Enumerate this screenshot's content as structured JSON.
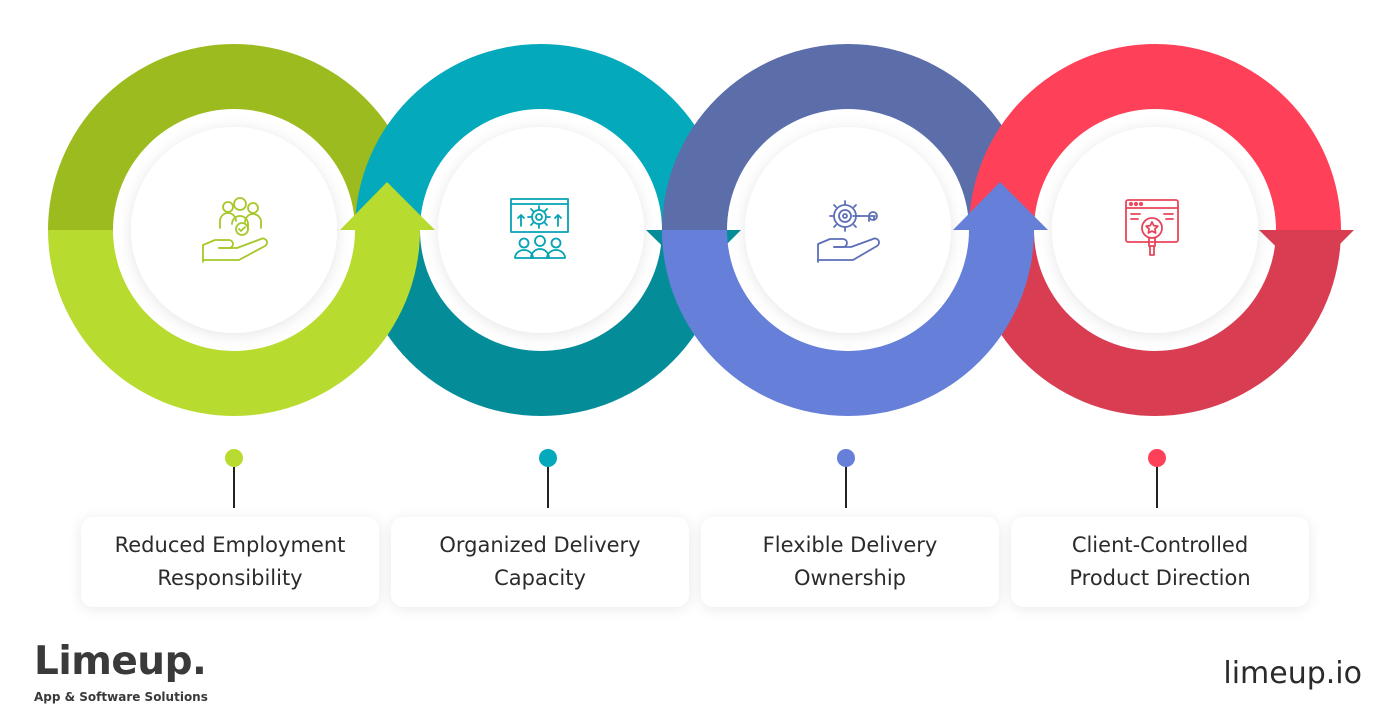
{
  "steps": [
    {
      "label": "Reduced Employment\nResponsibility",
      "icon": "hand-team-check-icon",
      "color_light": "#B8DB2F",
      "color_dark": "#9BBB1F"
    },
    {
      "label": "Organized Delivery\nCapacity",
      "icon": "team-growth-board-icon",
      "color_light": "#04A9BC",
      "color_dark": "#058C99"
    },
    {
      "label": "Flexible Delivery\nOwnership",
      "icon": "hand-target-key-icon",
      "color_light": "#6680DA",
      "color_dark": "#5B6EA9"
    },
    {
      "label": "Client-Controlled\nProduct Direction",
      "icon": "browser-search-star-icon",
      "color_light": "#FF4059",
      "color_dark": "#D83D52"
    }
  ],
  "brand": {
    "name": "Limeup.",
    "tagline": "App & Software Solutions",
    "website": "limeup.io"
  }
}
